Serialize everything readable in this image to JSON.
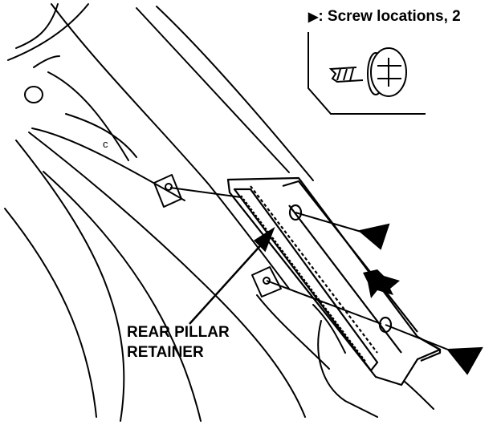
{
  "legend": {
    "marker_icon": "triangle-right-icon",
    "marker_glyph": "▶",
    "text": ": Screw locations, 2"
  },
  "part_label": {
    "line1": "REAR PILLAR",
    "line2": "RETAINER"
  },
  "body_mark": "c"
}
